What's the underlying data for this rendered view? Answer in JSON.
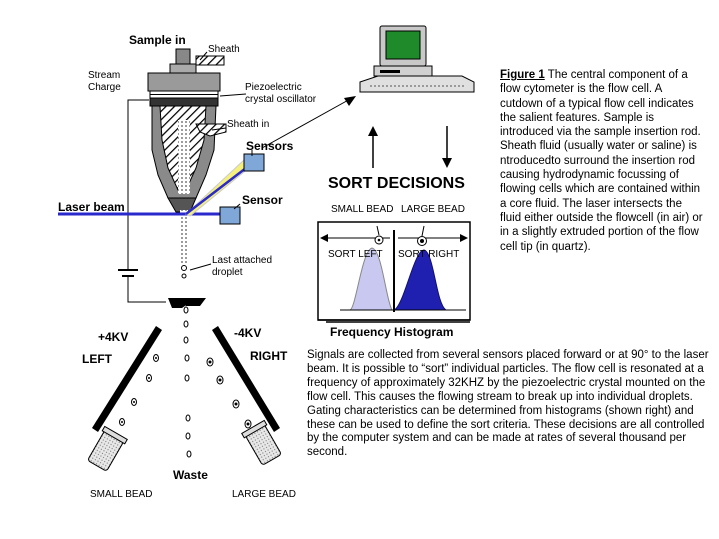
{
  "labels": {
    "sample_in": "Sample in",
    "sheath": "Sheath",
    "stream_charge": "Stream\nCharge",
    "piezo": "Piezoelectric\ncrystal oscillator",
    "sheath_in": "Sheath in",
    "sensors": "Sensors",
    "sensor": "Sensor",
    "laser_beam": "Laser beam",
    "last_droplet": "Last attached\ndroplet",
    "plus_kv": "+4KV",
    "minus_kv": "-4KV",
    "left": "LEFT",
    "right": "RIGHT",
    "waste": "Waste",
    "small_bead_bottom": "SMALL BEAD",
    "large_bead_bottom": "LARGE BEAD",
    "sort_decisions": "SORT DECISIONS",
    "small_bead_top": "SMALL BEAD",
    "large_bead_top": "LARGE BEAD",
    "sort_left": "SORT LEFT",
    "sort_right": "SORT RIGHT",
    "freq_hist": "Frequency Histogram"
  },
  "caption": {
    "figure_label": "Figure 1",
    "text": " The central component of a flow cytometer is the flow cell. A cutdown of a typical flow  cell indicates the salient features. Sample is introduced via the sample insertion rod. Sheath fluid (usually water or saline) is ntroducedto surround the insertion rod causing hydrodynamic focussing of flowing cells which are contained within a core fluid. The laser intersects the fluid either outside the flowcell (in air) or in a slightly extruded portion of the  flow cell tip (in quartz)."
  },
  "body_text": "Signals are collected from several sensors placed forward or at 90° to the laser beam. It is possible to “sort” individual particles. The flow cell is resonated at a frequency of approximately 32KHZ by the piezoelectric crystal mounted on the flow cell. This causes the flowing stream to break up into individual droplets. Gating characteristics can be determined from histograms (shown right)  and these can be used to define the  sort criteria. These decisions are all controlled by the computer system and can be made at  rates of several thousand per second.",
  "colors": {
    "laser": "#2a2acc",
    "sensor_box": "#7fa8d8",
    "small_peak": "#c8c8f0",
    "large_peak": "#2020b0",
    "screen": "#1e8a2a",
    "yellow_beam": "#f5f07a"
  }
}
